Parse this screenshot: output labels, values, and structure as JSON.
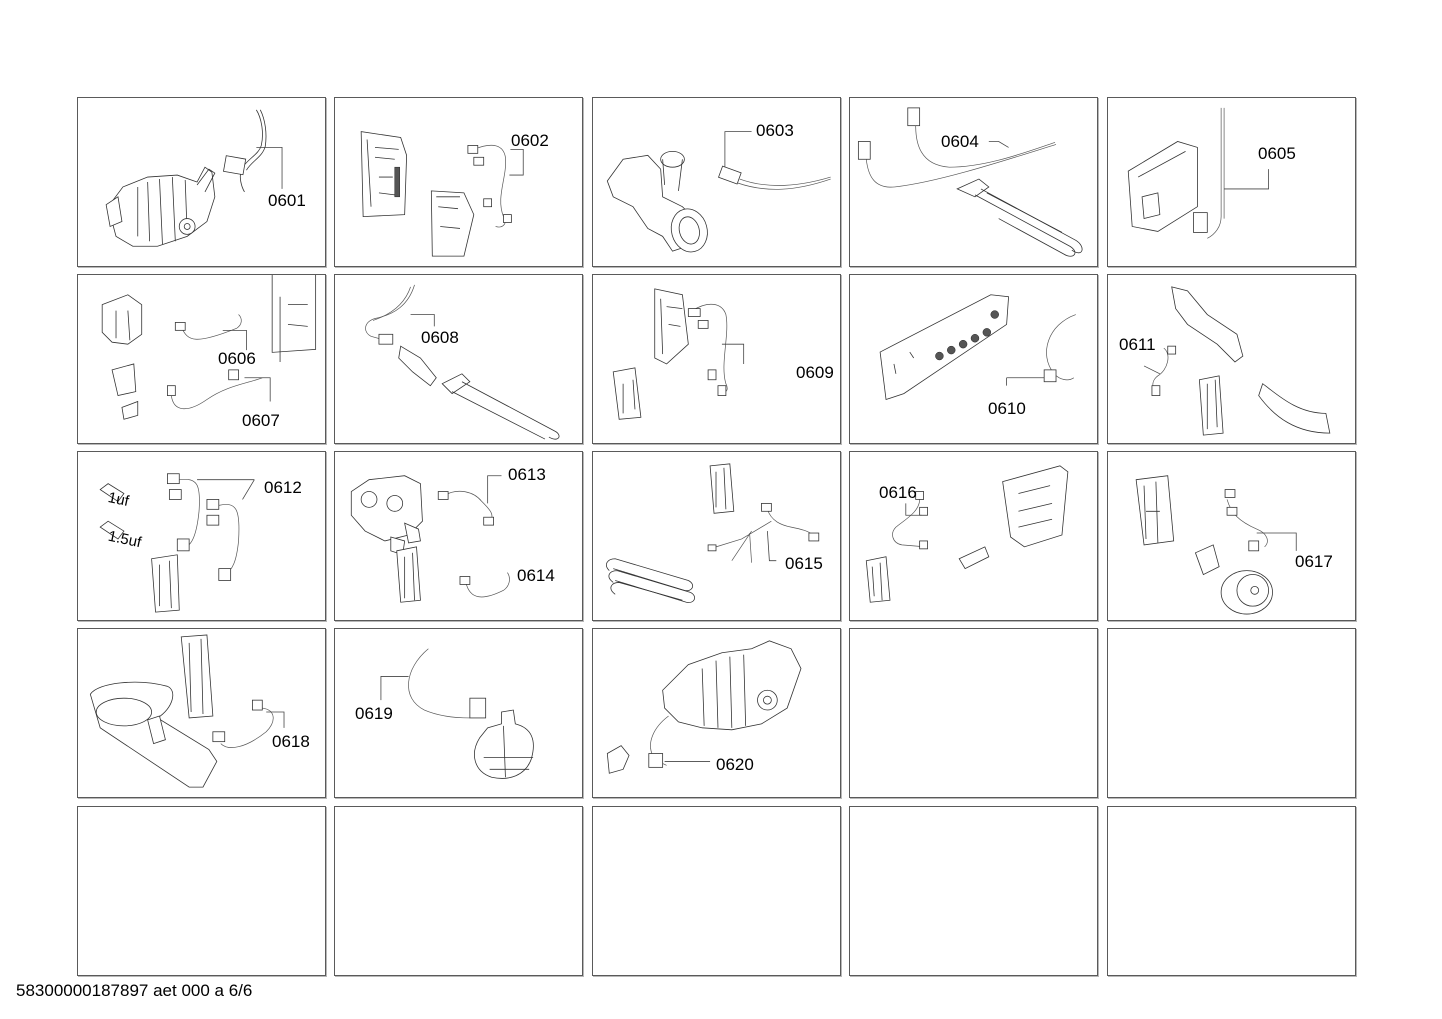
{
  "document": {
    "footer_code": "58300000187897 aet 000 a 6/6"
  },
  "grid": {
    "columns": 5,
    "rows": 5,
    "border_color": "#5a5a5a"
  },
  "cells": [
    {
      "id": "r1c1",
      "labels": [
        "0601"
      ],
      "content": "drive motor with wiring harness"
    },
    {
      "id": "r1c2",
      "labels": [
        "0602"
      ],
      "content": "control module boards with wiring harness"
    },
    {
      "id": "r1c3",
      "labels": [
        "0603"
      ],
      "content": "drain pump with cable"
    },
    {
      "id": "r1c4",
      "labels": [
        "0604"
      ],
      "content": "heating element with connector cables"
    },
    {
      "id": "r1c5",
      "labels": [
        "0605"
      ],
      "content": "power module with cable"
    },
    {
      "id": "r2c1",
      "labels": [
        "0606",
        "0607"
      ],
      "content": "valves, board and harnesses"
    },
    {
      "id": "r2c2",
      "labels": [
        "0608"
      ],
      "content": "cable, sensor and heating element"
    },
    {
      "id": "r2c3",
      "labels": [
        "0609"
      ],
      "content": "boards with wiring harness"
    },
    {
      "id": "r2c4",
      "labels": [
        "0610"
      ],
      "content": "display board with cable"
    },
    {
      "id": "r2c5",
      "labels": [
        "0611"
      ],
      "content": "duct, module and harness"
    },
    {
      "id": "r3c1",
      "labels": [
        "0612"
      ],
      "capacitor_labels": [
        "1uf",
        "1.5uf"
      ],
      "content": "capacitors and harnesses"
    },
    {
      "id": "r3c2",
      "labels": [
        "0613",
        "0614"
      ],
      "content": "valve block, module and harnesses"
    },
    {
      "id": "r3c3",
      "labels": [
        "0615"
      ],
      "content": "heater coil and harness"
    },
    {
      "id": "r3c4",
      "labels": [
        "0616"
      ],
      "content": "harness, module, sensor, container"
    },
    {
      "id": "r3c5",
      "labels": [
        "0617"
      ],
      "content": "module, harness, sensor, fan motor"
    },
    {
      "id": "r4c1",
      "labels": [
        "0618"
      ],
      "content": "fan housing, module, harness"
    },
    {
      "id": "r4c2",
      "labels": [
        "0619"
      ],
      "content": "pressure sensor with cable"
    },
    {
      "id": "r4c3",
      "labels": [
        "0620"
      ],
      "content": "motor with connector cable"
    },
    {
      "id": "r4c4",
      "labels": [],
      "content": "empty"
    },
    {
      "id": "r4c5",
      "labels": [],
      "content": "empty"
    },
    {
      "id": "r5c1",
      "labels": [],
      "content": "empty"
    },
    {
      "id": "r5c2",
      "labels": [],
      "content": "empty"
    },
    {
      "id": "r5c3",
      "labels": [],
      "content": "empty"
    },
    {
      "id": "r5c4",
      "labels": [],
      "content": "empty"
    },
    {
      "id": "r5c5",
      "labels": [],
      "content": "empty"
    }
  ]
}
